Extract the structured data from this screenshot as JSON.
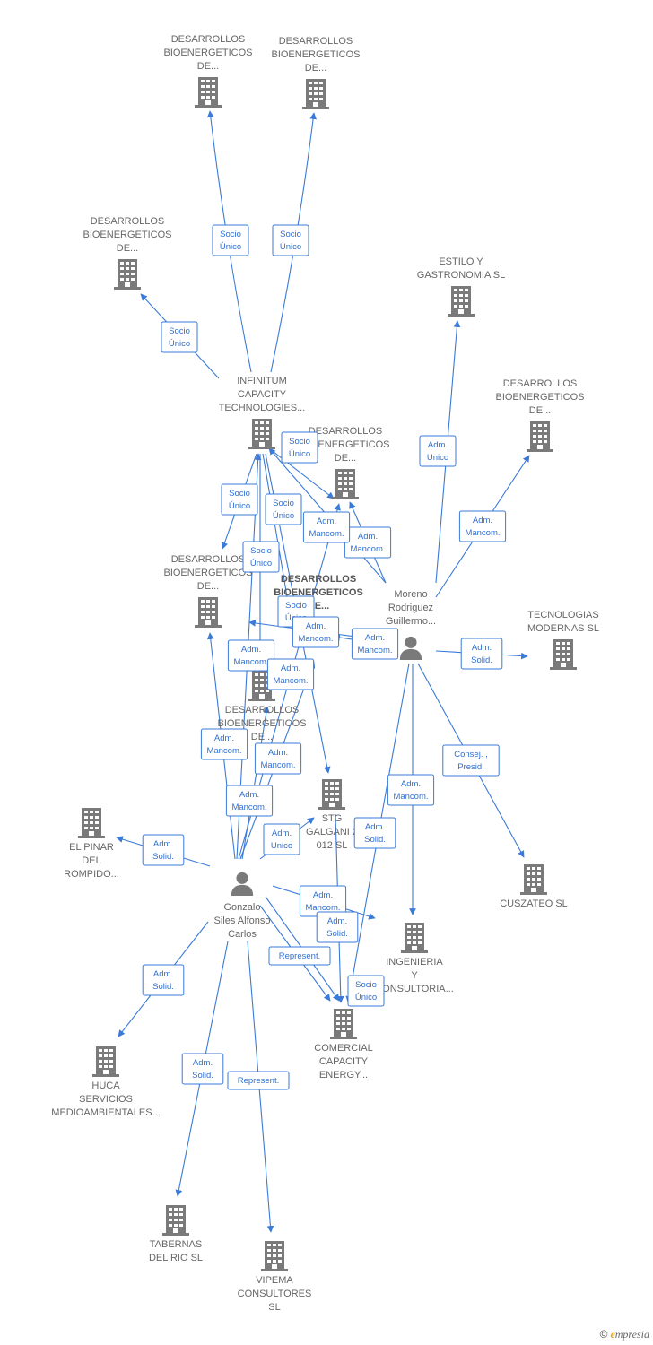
{
  "colors": {
    "edge": "#3a7ad8",
    "icon": "#7a7a7a",
    "label": "#666666"
  },
  "nodes": [
    {
      "id": "db1",
      "type": "company",
      "lines": [
        "DESARROLLOS",
        "BIOENERGETICOS",
        "DE..."
      ]
    },
    {
      "id": "db2",
      "type": "company",
      "lines": [
        "DESARROLLOS",
        "BIOENERGETICOS",
        "DE..."
      ]
    },
    {
      "id": "db3",
      "type": "company",
      "lines": [
        "DESARROLLOS",
        "BIOENERGETICOS",
        "DE..."
      ]
    },
    {
      "id": "estilo",
      "type": "company",
      "lines": [
        "ESTILO Y",
        "GASTRONOMIA SL"
      ]
    },
    {
      "id": "db4",
      "type": "company",
      "lines": [
        "DESARROLLOS",
        "BIOENERGETICOS",
        "DE..."
      ]
    },
    {
      "id": "infinitum",
      "type": "company",
      "lines": [
        "INFINITUM",
        "CAPACITY",
        "TECHNOLOGIES..."
      ]
    },
    {
      "id": "db5",
      "type": "company",
      "lines": [
        "DESARROLLOS",
        "BIOENERGETICOS",
        "DE..."
      ]
    },
    {
      "id": "db6",
      "type": "company",
      "lines": [
        "DESARROLLOS",
        "BIOENERGETICOS",
        "DE..."
      ]
    },
    {
      "id": "db7",
      "type": "company",
      "bold": true,
      "lines": [
        "DESARROLLOS",
        "BIOENERGETICOS",
        "DE..."
      ]
    },
    {
      "id": "moreno",
      "type": "person",
      "lines": [
        "Moreno",
        "Rodriguez",
        "Guillermo..."
      ]
    },
    {
      "id": "tecnologias",
      "type": "company",
      "lines": [
        "TECNOLOGIAS",
        "MODERNAS  SL"
      ]
    },
    {
      "id": "db8",
      "type": "company",
      "lines": [
        "DESARROLLOS",
        "BIOENERGETICOS",
        "DE..."
      ]
    },
    {
      "id": "stg",
      "type": "company",
      "lines": [
        "STG",
        "GALGANI 2",
        "012  SL"
      ]
    },
    {
      "id": "elpinar",
      "type": "company",
      "lines": [
        "EL PINAR",
        "DEL",
        "ROMPIDO..."
      ]
    },
    {
      "id": "gonzalo",
      "type": "person",
      "lines": [
        "Gonzalo",
        "Siles Alfonso",
        "Carlos"
      ]
    },
    {
      "id": "cuszateo",
      "type": "company",
      "lines": [
        "CUSZATEO  SL"
      ]
    },
    {
      "id": "ingenieria",
      "type": "company",
      "lines": [
        "INGENIERIA",
        "Y",
        "CONSULTORIA..."
      ]
    },
    {
      "id": "comercial",
      "type": "company",
      "lines": [
        "COMERCIAL",
        "CAPACITY",
        "ENERGY..."
      ]
    },
    {
      "id": "huca",
      "type": "company",
      "lines": [
        "HUCA",
        "SERVICIOS",
        "MEDIOAMBIENTALES..."
      ]
    },
    {
      "id": "tabernas",
      "type": "company",
      "lines": [
        "TABERNAS",
        "DEL RIO  SL"
      ]
    },
    {
      "id": "vipema",
      "type": "company",
      "lines": [
        "VIPEMA",
        "CONSULTORES",
        "SL"
      ]
    }
  ],
  "edges": [
    {
      "from": "infinitum",
      "to": "db1",
      "label": [
        "Socio",
        "Único"
      ]
    },
    {
      "from": "infinitum",
      "to": "db2",
      "label": [
        "Socio",
        "Único"
      ]
    },
    {
      "from": "infinitum",
      "to": "db3",
      "label": [
        "Socio",
        "Único"
      ]
    },
    {
      "from": "infinitum",
      "to": "db6",
      "label": [
        "Socio",
        "Único"
      ]
    },
    {
      "from": "infinitum",
      "to": "db7",
      "label": [
        "Socio",
        "Único"
      ]
    },
    {
      "from": "infinitum",
      "to": "db5",
      "label": [
        "Socio",
        "Único"
      ]
    },
    {
      "from": "infinitum",
      "to": "db8",
      "label": [
        "Socio",
        "Único"
      ]
    },
    {
      "from": "infinitum",
      "to": "stg",
      "label": [
        "Socio",
        "Único"
      ]
    },
    {
      "from": "moreno",
      "to": "estilo",
      "label": [
        "Adm.",
        "Unico"
      ]
    },
    {
      "from": "moreno",
      "to": "db4",
      "label": [
        "Adm.",
        "Mancom."
      ]
    },
    {
      "from": "moreno",
      "to": "db5",
      "label": [
        "Adm.",
        "Mancom."
      ]
    },
    {
      "from": "moreno",
      "to": "infinitum",
      "label": [
        "Adm.",
        "Mancom."
      ]
    },
    {
      "from": "moreno",
      "to": "db6",
      "label": [
        "Adm.",
        "Mancom."
      ]
    },
    {
      "from": "moreno",
      "to": "db7",
      "label": [
        "Adm.",
        "Mancom."
      ]
    },
    {
      "from": "moreno",
      "to": "tecnologias",
      "label": [
        "Adm.",
        "Solid."
      ]
    },
    {
      "from": "moreno",
      "to": "cuszateo",
      "label": [
        "Consej. ,",
        "Presid."
      ]
    },
    {
      "from": "moreno",
      "to": "ingenieria",
      "label": [
        "Adm.",
        "Mancom."
      ]
    },
    {
      "from": "moreno",
      "to": "comercial",
      "label": [
        "Adm.",
        "Solid."
      ]
    },
    {
      "from": "gonzalo",
      "to": "db6",
      "label": [
        "Adm.",
        "Mancom."
      ]
    },
    {
      "from": "gonzalo",
      "to": "infinitum",
      "label": [
        "Adm.",
        "Mancom."
      ]
    },
    {
      "from": "gonzalo",
      "to": "db7",
      "label": [
        "Adm.",
        "Mancom."
      ]
    },
    {
      "from": "gonzalo",
      "to": "db8",
      "label": [
        "Adm.",
        "Mancom."
      ]
    },
    {
      "from": "gonzalo",
      "to": "db5",
      "label": [
        "Adm.",
        "Mancom."
      ]
    },
    {
      "from": "gonzalo",
      "to": "stg",
      "label": [
        "Adm.",
        "Unico"
      ]
    },
    {
      "from": "gonzalo",
      "to": "elpinar",
      "label": [
        "Adm.",
        "Solid."
      ]
    },
    {
      "from": "gonzalo",
      "to": "ingenieria",
      "label": [
        "Adm.",
        "Mancom."
      ]
    },
    {
      "from": "gonzalo",
      "to": "comercial",
      "label": [
        "Adm.",
        "Solid."
      ]
    },
    {
      "from": "gonzalo",
      "to": "comercial",
      "label": [
        "Represent."
      ]
    },
    {
      "from": "gonzalo",
      "to": "huca",
      "label": [
        "Adm.",
        "Solid."
      ]
    },
    {
      "from": "gonzalo",
      "to": "tabernas",
      "label": [
        "Adm.",
        "Solid."
      ]
    },
    {
      "from": "gonzalo",
      "to": "vipema",
      "label": [
        "Represent."
      ]
    },
    {
      "from": "stg",
      "to": "comercial",
      "label": [
        "Socio",
        "Único"
      ]
    }
  ],
  "footer": {
    "copyright": "©",
    "brand_initial": "e",
    "brand_rest": "mpresia"
  }
}
